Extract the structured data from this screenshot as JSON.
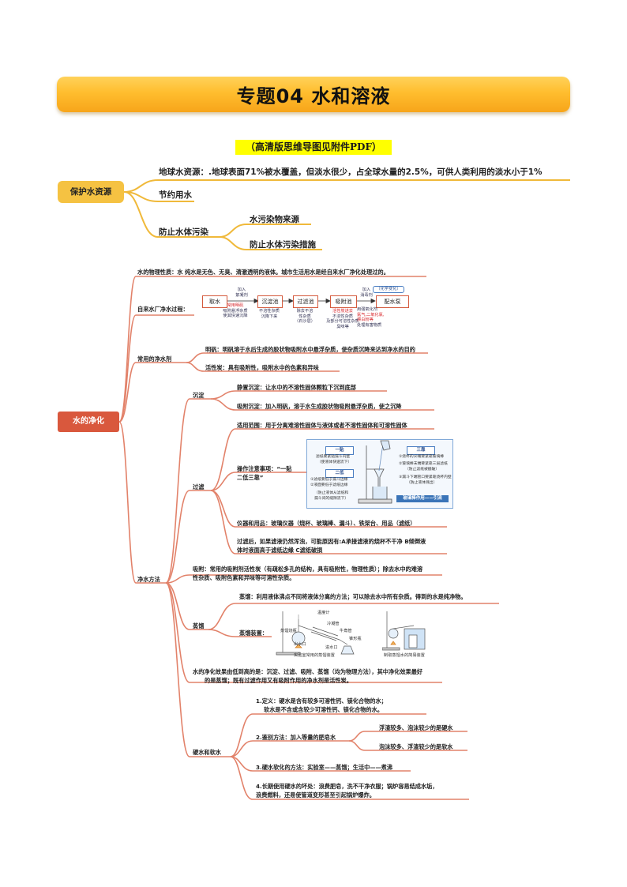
{
  "title": "专题04    水和溶液",
  "subtitle": "（高清版思维导图见附件PDF）",
  "section1": {
    "root": "保护水资源",
    "water_resources": "地球水资源：.地球表面71%被水覆盖，但淡水很少，占全球水量的2.5%，可供人类利用的淡水小于1%",
    "save_water": "节约用水",
    "prevent_pollution": "防止水体污染",
    "pollution_sources": "水污染物来源",
    "pollution_measures": "防止水体污染措施"
  },
  "section2": {
    "root": "水的净化",
    "physical": "水的物理性质：水 纯水是无色、无臭、清澈透明的液体。城市生活用水是经自来水厂净化处理过的。",
    "plant_label": "自来水厂净水过程：",
    "plant_steps": [
      "取水",
      "沉淀池",
      "过滤池",
      "吸附池",
      "配水泵"
    ],
    "plant_top_notes": [
      "加入",
      "絮凝剂",
      "加入",
      "消毒剂"
    ],
    "plant_chem_tag": "（化学变化）",
    "plant_notes": {
      "n1": [
        "常用明矾",
        "吸附悬浮杂质",
        "使其快速沉降"
      ],
      "n2": [
        "不溶性杂质",
        "沉降下来"
      ],
      "n3": [
        "除去不溶",
        "性杂质",
        "（石沙层）"
      ],
      "n4": [
        "活性炭进去",
        "不溶性杂质",
        "及部分可溶性杂质",
        "臭味等"
      ],
      "n5": [
        "用强氧化剂",
        "氯气,二氧化氯,",
        "漂白粉等",
        "处理有害物质"
      ]
    },
    "agents_label": "常用的净水剂",
    "alum": "明矾：明矾溶于水后生成的胶状物吸附水中悬浮杂质，使杂质沉降来达到净水的目的",
    "carbon": "活性炭：具有吸附性，吸附水中的色素和异味",
    "methods_label": "净水方法",
    "settle_label": "沉淀",
    "static_settle": "静置沉淀：让水中的不溶性固体颗粒下沉到底部",
    "adsorb_settle": "吸附沉淀：加入明矾，溶于水生成胶状物吸附悬浮杂质，使之沉降",
    "filter_label": "过滤",
    "filter_scope": "适用范围：用于分离难溶性固体与液体或者不溶性固体和可溶性固体",
    "filter_notes_1": "操作注意事项：“一贴",
    "filter_notes_2": "二低三靠”",
    "filter_card": {
      "yitie": "一贴",
      "yitie_t1": "滤纸要紧贴漏斗内壁",
      "yitie_t2": "（使液体快速流下）",
      "erdi": "二低",
      "erdi_t1": "①滤纸要低于漏斗边缘",
      "erdi_t2": "②液面要低于滤纸边缘",
      "erdi_t3": "（防止液体从滤纸和",
      "erdi_t4": "漏斗间的缝隙流下）",
      "sankao": "三靠",
      "sankao_t1": "①烧杯的尖嘴要紧靠玻璃棒",
      "sankao_t2": "②玻璃棒末端要紧靠三层滤纸",
      "sankao_t3": "（防止滤纸被戳破）",
      "sankao_t4": "③漏斗下端管口要紧靠烧杯内壁",
      "sankao_t5": "（防止液体溅出）",
      "glass_rod": "玻璃棒作用——引流"
    },
    "filter_equipment": "仪器和用品：玻璃仪器（烧杯、玻璃棒、漏斗）、铁架台、用品（滤纸）",
    "filter_turbid_1": "过滤后，如果滤液仍然浑浊，可能原因有:A承接滤液的烧杯不干净    B倾倒液",
    "filter_turbid_2": "体时液面高于滤纸边缘       C滤纸破损",
    "adsorb_1": "吸附：常用的吸附剂活性炭（有疏松多孔的结构，具有吸附性，物理性质）；除去水中的难溶",
    "adsorb_2": "性杂质、吸附色素和异味等可溶性杂质。",
    "distill_label": "蒸馏",
    "distill_desc": "蒸馏：利用液体沸点不同将液体分离的方法；可以除去水中所有杂质。得到的水是纯净物。",
    "distill_device": "蒸馏装置：",
    "distill_parts": [
      "温度计",
      "蒸馏烧瓶",
      "冷凝管",
      "牛角管",
      "锥形瓶",
      "出水口",
      "进水口"
    ],
    "distill_cap1": "实验室常用的蒸馏装置",
    "distill_cap2": "制取蒸馏水的简易装置",
    "effect_1": "水的净化效果由低到高的是：沉淀、过滤、吸附、蒸馏（均为物理方法），其中净化效果最好",
    "effect_2": "的是蒸馏；既有过滤作用又有吸附作用的净水剂是活性炭。",
    "hard_label": "硬水和软水",
    "hard_def_1": "1.定义：硬水是含有较多可溶性钙、镁化合物的水；",
    "hard_def_2": "软水是不含或含较少可溶性钙、镁化合物的水。",
    "hard_identify": "2.鉴别方法：加入等量的肥皂水",
    "hard_result": "浮渣较多、泡沫较少的是硬水",
    "soft_result": "泡沫较多、浮渣较少的是软水",
    "soften": "3.硬水软化的方法：实验室——蒸馏；生活中——煮沸",
    "harm_1": "4.长期使用硬水的坏处：浪费肥皂，洗不干净衣服；锅炉容易结成水垢，",
    "harm_2": "浪费燃料，还易使管道变形甚至引起锅炉爆炸。"
  }
}
